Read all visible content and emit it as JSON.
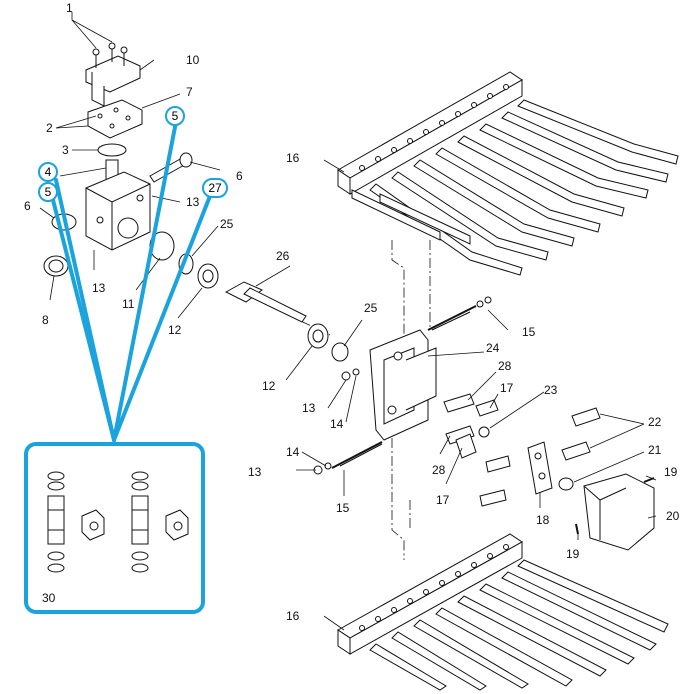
{
  "diagram": {
    "accent_color": "#1aa3dd",
    "line_color": "#111111",
    "part_labels": {
      "p1": "1",
      "p2": "2",
      "p3": "3",
      "p4": "4",
      "p5a": "5",
      "p5b": "5",
      "p6a": "6",
      "p6b": "6",
      "p7": "7",
      "p8": "8",
      "p10": "10",
      "p11": "11",
      "p12a": "12",
      "p12b": "12",
      "p13a": "13",
      "p13b": "13",
      "p13c": "13",
      "p13d": "13",
      "p14a": "14",
      "p14b": "14",
      "p15a": "15",
      "p15b": "15",
      "p16a": "16",
      "p16b": "16",
      "p17a": "17",
      "p17b": "17",
      "p18": "18",
      "p19a": "19",
      "p19b": "19",
      "p20": "20",
      "p21": "21",
      "p22": "22",
      "p23": "23",
      "p24": "24",
      "p25a": "25",
      "p25b": "25",
      "p26": "26",
      "p27": "27",
      "p28a": "28",
      "p28b": "28",
      "p30": "30"
    }
  }
}
